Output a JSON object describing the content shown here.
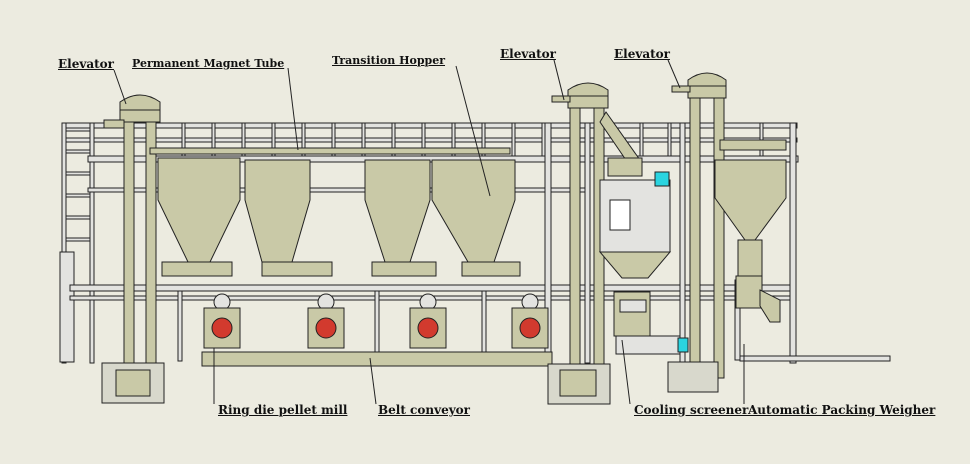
{
  "labels": {
    "elevator_left": "Elevator",
    "magnet_tube": "Permanent Magnet Tube",
    "transition_hopper": "Transition Hopper",
    "elevator_mid": "Elevator",
    "elevator_right": "Elevator",
    "pellet_mill": "Ring die pellet mill",
    "belt_conveyor": "Belt conveyor",
    "cooling_screener": "Cooling screener",
    "packing_weigher": "Automatic Packing Weigher"
  },
  "colors": {
    "background": "#ecebe0",
    "structure": "#c9c9a7",
    "frame": "#e3e3e0",
    "outline": "#222222",
    "accent_red": "#d23a2e",
    "accent_cyan": "#2ad4e0"
  }
}
